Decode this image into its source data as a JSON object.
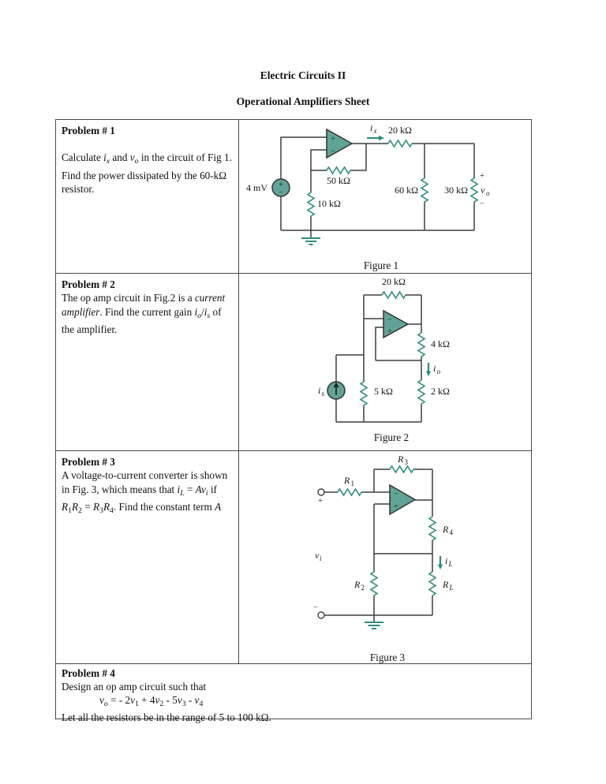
{
  "page": {
    "title": "Electric Circuits II",
    "subtitle": "Operational Amplifiers Sheet"
  },
  "glyphs": {
    "plus": "+",
    "minus": "−"
  },
  "colors": {
    "wire": "#3f3f3f",
    "teal": "#2c8c7e",
    "opamp_fill": "#61a396",
    "border": "#4a4a4a"
  },
  "problems": [
    {
      "heading": "Problem # 1",
      "body": [
        {
          "t": "Calculate "
        },
        {
          "t": "i",
          "i": true
        },
        {
          "t": "x",
          "i": true,
          "sub": true
        },
        {
          "t": " and "
        },
        {
          "t": "v",
          "i": true
        },
        {
          "t": "o",
          "i": true,
          "sub": true
        },
        {
          "t": " in the circuit of Fig 1. Find the power dissipated by the 60-kΩ resistor."
        }
      ]
    },
    {
      "heading": "Problem # 2",
      "body": [
        {
          "t": "The op amp circuit in Fig.2 is a "
        },
        {
          "t": "current amplifier",
          "i": true
        },
        {
          "t": ". Find the current gain "
        },
        {
          "t": "i",
          "i": true
        },
        {
          "t": "o",
          "i": true,
          "sub": true
        },
        {
          "t": "/"
        },
        {
          "t": "i",
          "i": true
        },
        {
          "t": "s",
          "i": true,
          "sub": true
        },
        {
          "t": " of the amplifier."
        }
      ]
    },
    {
      "heading": "Problem # 3",
      "body": [
        {
          "t": "A voltage-to-current converter is shown in Fig. 3, which means that "
        },
        {
          "t": "i",
          "i": true
        },
        {
          "t": "L",
          "i": true,
          "sub": true
        },
        {
          "t": " = "
        },
        {
          "t": "Av",
          "i": true
        },
        {
          "t": "i",
          "i": true,
          "sub": true
        },
        {
          "t": " if "
        },
        {
          "t": "R",
          "i": true
        },
        {
          "t": "1",
          "sub": true
        },
        {
          "t": "R",
          "i": true
        },
        {
          "t": "2",
          "sub": true
        },
        {
          "t": " = "
        },
        {
          "t": "R",
          "i": true
        },
        {
          "t": "3",
          "sub": true
        },
        {
          "t": "R",
          "i": true
        },
        {
          "t": "4",
          "sub": true
        },
        {
          "t": ". Find the constant term "
        },
        {
          "t": "A",
          "i": true
        }
      ]
    },
    {
      "heading": "Problem # 4",
      "body": [
        {
          "t": "Design an op amp circuit such that"
        }
      ],
      "equation": [
        {
          "t": "v",
          "i": true
        },
        {
          "t": "o",
          "i": true,
          "sub": true
        },
        {
          "t": " = - 2"
        },
        {
          "t": "v",
          "i": true
        },
        {
          "t": "1",
          "sub": true
        },
        {
          "t": " + 4"
        },
        {
          "t": "v",
          "i": true
        },
        {
          "t": "2",
          "sub": true
        },
        {
          "t": " - 5"
        },
        {
          "t": "v",
          "i": true
        },
        {
          "t": "3",
          "sub": true
        },
        {
          "t": " - "
        },
        {
          "t": "v",
          "i": true
        },
        {
          "t": "4",
          "sub": true
        }
      ],
      "footer": "Let all the resistors be in the range of 5 to 100 kΩ."
    }
  ],
  "fig1": {
    "caption": "Figure 1",
    "source": "4 mV",
    "r_series": "20 kΩ",
    "r_feedback": "50 kΩ",
    "r_ground": "10 kΩ",
    "r_load1": "60 kΩ",
    "r_load2": "30 kΩ",
    "ix": {
      "m": "i",
      "s": "x"
    },
    "vo": {
      "m": "v",
      "s": "o"
    }
  },
  "fig2": {
    "caption": "Figure 2",
    "r_feedback": "20 kΩ",
    "r_out": "4 kΩ",
    "r_in": "5 kΩ",
    "r_load": "2 kΩ",
    "io": {
      "m": "i",
      "s": "o"
    },
    "is": {
      "m": "i",
      "s": "s"
    }
  },
  "fig3": {
    "caption": "Figure 3",
    "r1": {
      "m": "R",
      "s": "1"
    },
    "r2": {
      "m": "R",
      "s": "2"
    },
    "r3": {
      "m": "R",
      "s": "3"
    },
    "r4": {
      "m": "R",
      "s": "4"
    },
    "rl": {
      "m": "R",
      "s": "L"
    },
    "il": {
      "m": "i",
      "s": "L"
    },
    "vi": {
      "m": "v",
      "s": "i"
    }
  }
}
